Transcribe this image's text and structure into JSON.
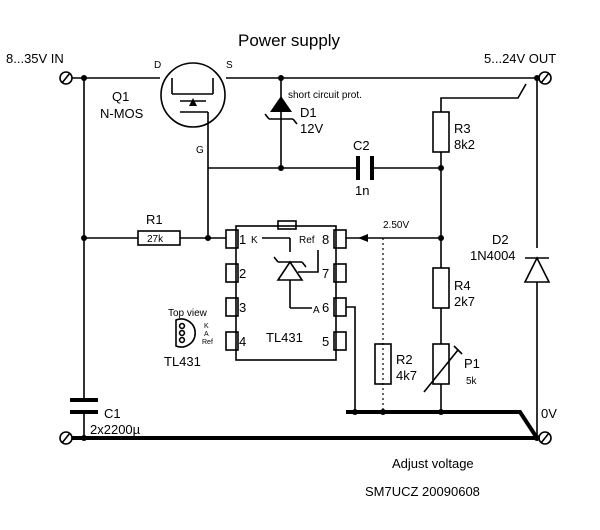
{
  "title": "Power supply",
  "terminals": {
    "input": "8...35V IN",
    "output": "5...24V OUT",
    "ground": "0V"
  },
  "q1": {
    "ref": "Q1",
    "type": "N-MOS",
    "drain": "D",
    "source": "S",
    "gate": "G"
  },
  "d1": {
    "ref": "D1",
    "value": "12V",
    "note": "short circuit prot."
  },
  "c2": {
    "ref": "C2",
    "value": "1n"
  },
  "r3": {
    "ref": "R3",
    "value": "8k2"
  },
  "r1": {
    "ref": "R1",
    "value": "27k"
  },
  "d2": {
    "ref": "D2",
    "value": "1N4004"
  },
  "r4": {
    "ref": "R4",
    "value": "2k7"
  },
  "r2": {
    "ref": "R2",
    "value": "4k7"
  },
  "p1": {
    "ref": "P1",
    "value": "5k"
  },
  "c1": {
    "ref": "C1",
    "value": "2x2200µ"
  },
  "ic": {
    "name": "TL431",
    "ref_voltage": "2.50V",
    "pins": [
      "1",
      "2",
      "3",
      "4",
      "5",
      "6",
      "7",
      "8"
    ],
    "pin_k": "K",
    "pin_ref": "Ref",
    "pin_a": "A"
  },
  "top_view": {
    "caption": "Top view",
    "name": "TL431",
    "pin_labels": [
      "K",
      "A",
      "Ref"
    ]
  },
  "adjust_label": "Adjust voltage",
  "credit": "SM7UCZ 20090608"
}
